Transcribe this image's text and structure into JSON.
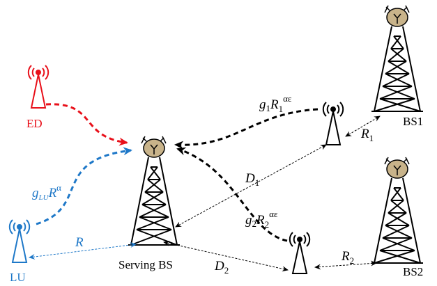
{
  "labels": {
    "ed": "ED",
    "lu": "LU",
    "serving_bs": "Serving BS",
    "bs1": "BS1",
    "bs2": "BS2",
    "d1_var": "D",
    "d1_sub": "1",
    "d2_var": "D",
    "d2_sub": "2",
    "r_var": "R",
    "r1_var": "R",
    "r1_sub": "1",
    "r2_var": "R",
    "r2_sub": "2",
    "g1_g": "g",
    "g1_sub": "1",
    "g1_R": "R",
    "g1_Rsub": "1",
    "g1_exp": "αε",
    "g2_g": "g",
    "g2_sub": "2",
    "g2_R": "R",
    "g2_Rsub": "2",
    "g2_exp": "αε",
    "glu_g": "g",
    "glu_sub": "LU",
    "glu_R": "R",
    "glu_exp": "α"
  },
  "colors": {
    "ed": "#e8101a",
    "lu": "#1e78c8",
    "black": "#000000",
    "dish": "#c8b38a"
  }
}
